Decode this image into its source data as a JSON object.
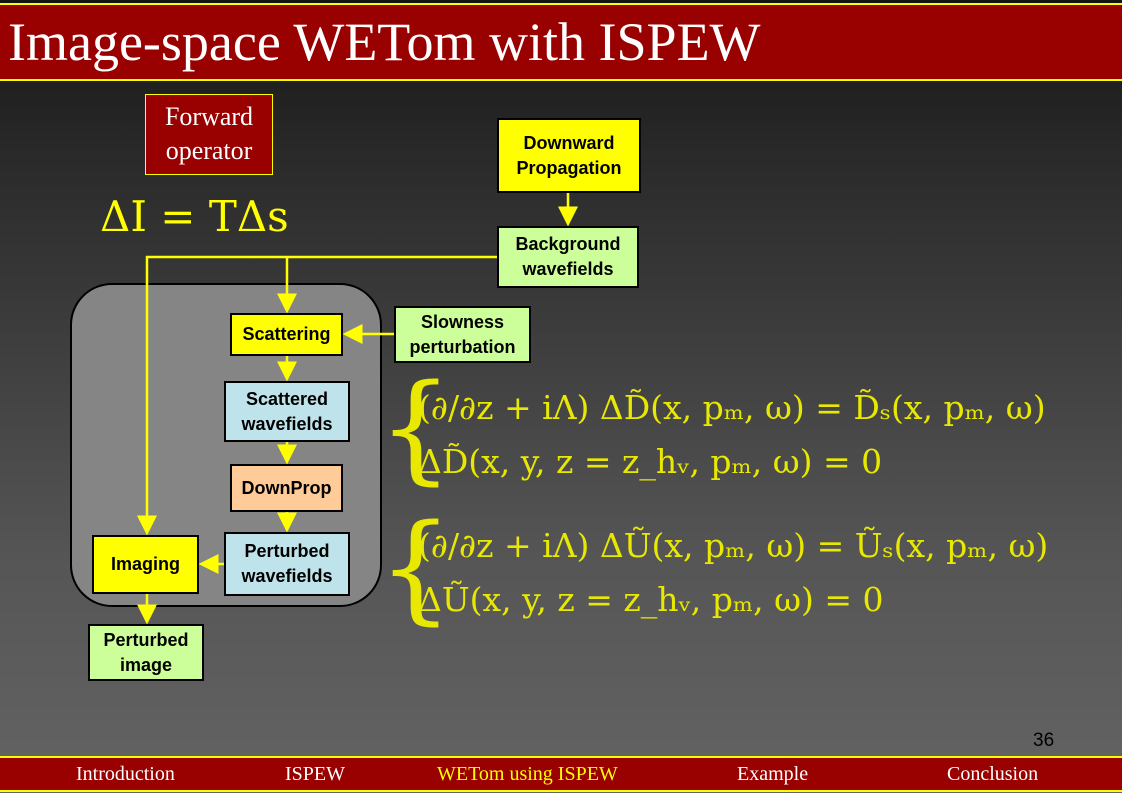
{
  "title": "Image-space WETom with ISPEW",
  "forward_operator": {
    "line1": "Forward",
    "line2": "operator"
  },
  "formula": "ΔI = TΔs",
  "boxes": {
    "downward_propagation": "Downward Propagation",
    "background_wavefields": "Background wavefields",
    "scattering": "Scattering",
    "slowness_perturbation": "Slowness perturbation",
    "scattered_wavefields": "Scattered wavefields",
    "downprop": "DownProp",
    "perturbed_wavefields": "Perturbed wavefields",
    "imaging": "Imaging",
    "perturbed_image": "Perturbed image"
  },
  "equations": [
    "(∂/∂z + iΛ) ΔD̃(x, pₘ, ω) =  D̃ₛ(x, pₘ, ω)",
    "ΔD̃(x, y, z = z_hᵥ, pₘ, ω) =  0",
    "(∂/∂z + iΛ) ΔŨ(x, pₘ, ω) =  Ũₛ(x, pₘ, ω)",
    "ΔŨ(x, y, z = z_hᵥ, pₘ, ω) =  0"
  ],
  "page_number": "36",
  "footer": {
    "items": [
      "Introduction",
      "ISPEW",
      "WETom using ISPEW",
      "Example",
      "Conclusion"
    ],
    "active_index": 2
  },
  "colors": {
    "accent": "#ffff00",
    "banner": "#990000"
  }
}
